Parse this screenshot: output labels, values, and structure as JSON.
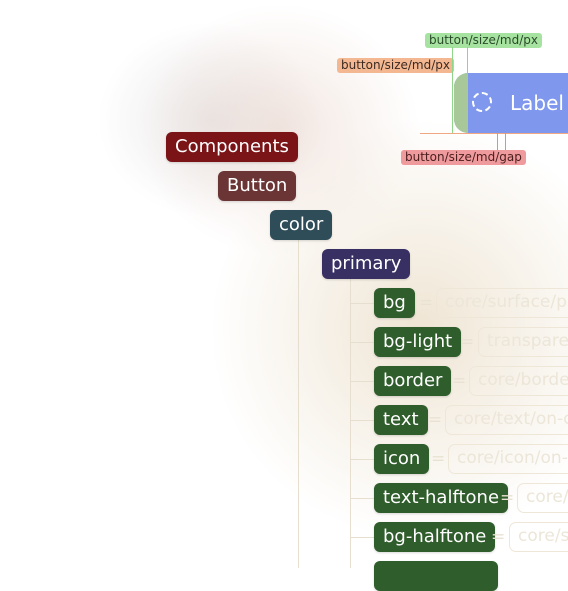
{
  "specs": {
    "size_px_green": "button/size/md/px",
    "size_px_orange": "button/size/md/px",
    "size_gap": "button/size/md/gap"
  },
  "preview": {
    "label": "Label",
    "icon": "dashed-circle-icon"
  },
  "tree": {
    "root": "Components",
    "button": "Button",
    "color": "color",
    "primary": "primary",
    "equals": "=",
    "tokens": [
      {
        "name": "bg",
        "value": "core/surface/pr"
      },
      {
        "name": "bg-light",
        "value": "transparen"
      },
      {
        "name": "border",
        "value": "core/borde"
      },
      {
        "name": "text",
        "value": "core/text/on-c"
      },
      {
        "name": "icon",
        "value": "core/icon/on-"
      },
      {
        "name": "text-halftone",
        "value": "core/"
      },
      {
        "name": "bg-halftone",
        "value": "core/s"
      }
    ]
  },
  "colors": {
    "components": "#7a1417",
    "button": "#6b3535",
    "color": "#2e4d59",
    "primary": "#382f63",
    "token": "#2f5d2b"
  }
}
